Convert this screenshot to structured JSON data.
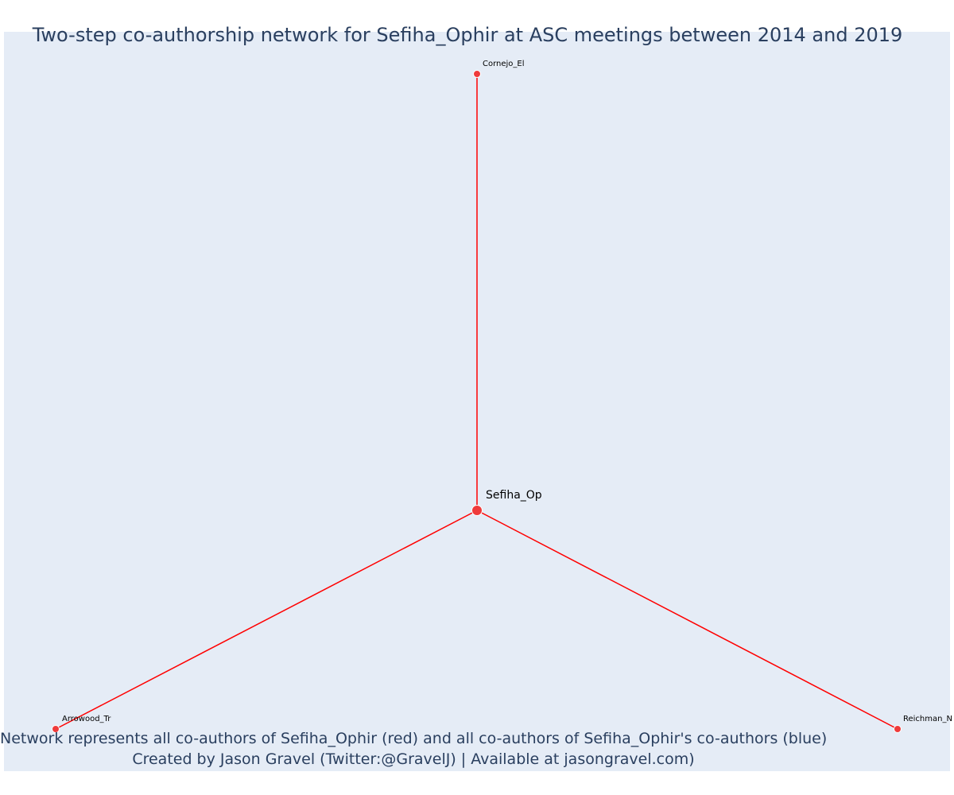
{
  "title": "Two-step co-authorship network for Sefiha_Ophir at ASC meetings between 2014 and 2019",
  "caption": {
    "line1": "Network represents all co-authors of Sefiha_Ophir (red) and all co-authors of Sefiha_Ophir's co-authors (blue)",
    "line2": "Created by Jason Gravel (Twitter:@GravelJ) | Available at jasongravel.com)"
  },
  "colors": {
    "background": "#e5ecf6",
    "node": "#ef3b3b",
    "edge": "#ff0000",
    "text": "#2a3f5f"
  },
  "network": {
    "nodes": [
      {
        "id": "center",
        "label": "Sefiha_Op",
        "role": "focal"
      },
      {
        "id": "top",
        "label": "Cornejo_El",
        "role": "coauthor"
      },
      {
        "id": "left",
        "label": "Arrowood_Tr",
        "role": "coauthor"
      },
      {
        "id": "right",
        "label": "Reichman_N",
        "role": "coauthor"
      }
    ],
    "edges": [
      {
        "source": "center",
        "target": "top"
      },
      {
        "source": "center",
        "target": "left"
      },
      {
        "source": "center",
        "target": "right"
      }
    ]
  }
}
